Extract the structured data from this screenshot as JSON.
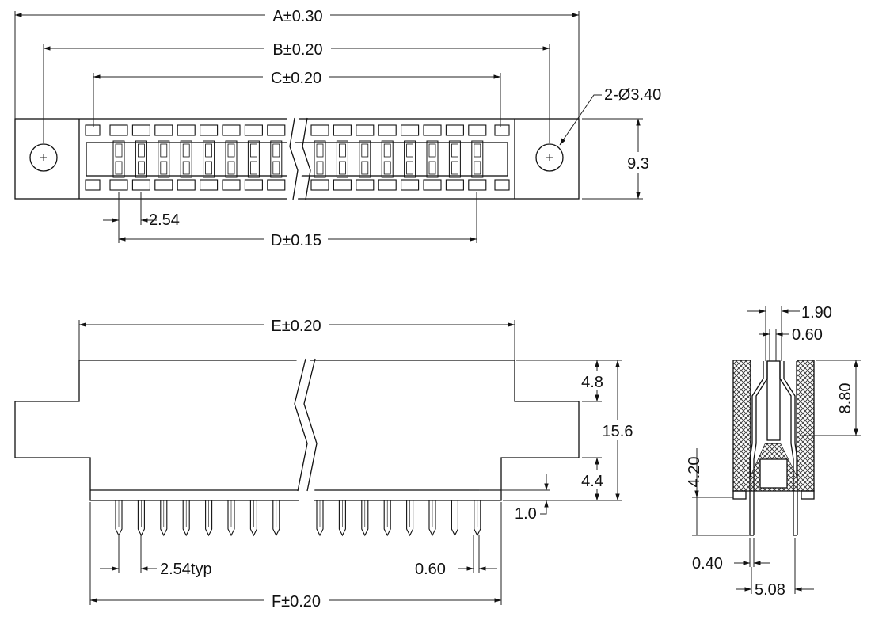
{
  "labels": {
    "dim_a": "A±0.30",
    "dim_b": "B±0.20",
    "dim_c": "C±0.20",
    "hole": "2-Ø3.40",
    "height_top": "9.3",
    "pitch": "2.54",
    "dim_d": "D±0.15",
    "dim_e": "E±0.20",
    "dim_4_8": "4.8",
    "dim_15_6": "15.6",
    "dim_4_4": "4.4",
    "dim_1_0": "1.0",
    "pitch_typ": "2.54typ",
    "pin_width": "0.60",
    "dim_f": "F±0.20",
    "side_1_90": "1.90",
    "side_0_60": "0.60",
    "side_8_80": "8.80",
    "side_4_20": "4.20",
    "side_0_40": "0.40",
    "side_5_08": "5.08"
  },
  "colors": {
    "line": "#111111",
    "hatch": "#333333",
    "background": "#ffffff"
  }
}
